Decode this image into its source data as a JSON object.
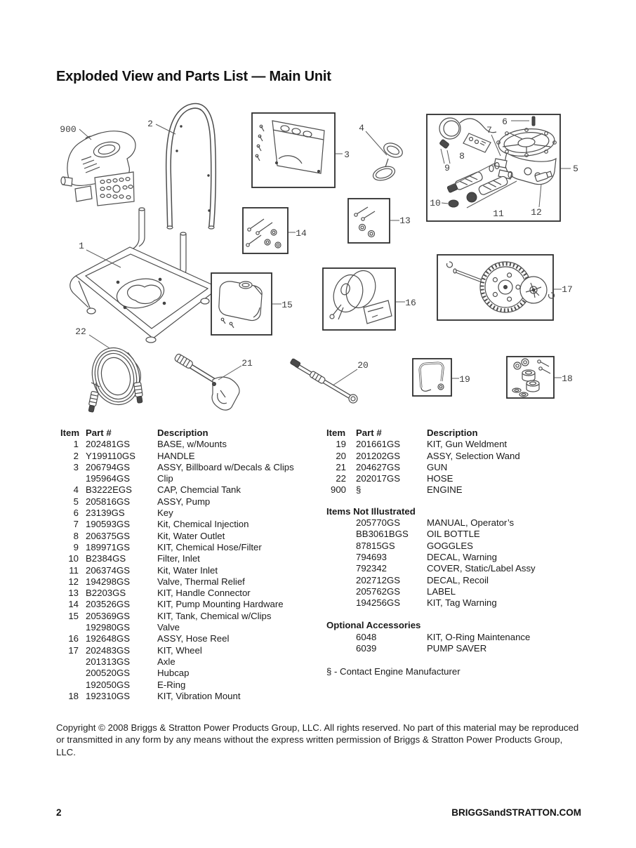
{
  "page_title": "Exploded View and Parts List — Main Unit",
  "diagram": {
    "callouts": {
      "engine": "900",
      "base": "1",
      "handle": "2",
      "billboard": "3",
      "cap": "4",
      "pump": "5",
      "key": "6",
      "chem_injection": "7",
      "water_outlet": "8",
      "chem_hose": "9",
      "filter_inlet": "10",
      "water_inlet": "11",
      "thermal_relief": "12",
      "handle_connector": "13",
      "pump_hardware": "14",
      "chem_tank": "15",
      "hose_reel": "16",
      "wheel": "17",
      "vibration_mount": "18",
      "gun_weldment": "19",
      "wand": "20",
      "gun": "21",
      "hose": "22"
    }
  },
  "tables": {
    "headers": {
      "item": "Item",
      "part": "Part #",
      "description": "Description"
    },
    "left_rows": [
      {
        "item": "1",
        "part": "202481GS",
        "desc": "BASE, w/Mounts"
      },
      {
        "item": "2",
        "part": "Y199110GS",
        "desc": "HANDLE"
      },
      {
        "item": "3",
        "part": "206794GS",
        "desc": "ASSY, Billboard w/Decals & Clips"
      },
      {
        "item": "",
        "part": "195964GS",
        "desc": "Clip"
      },
      {
        "item": "4",
        "part": "B3222EGS",
        "desc": "CAP, Chemcial Tank"
      },
      {
        "item": "5",
        "part": "205816GS",
        "desc": "ASSY, Pump"
      },
      {
        "item": "6",
        "part": "23139GS",
        "desc": "Key"
      },
      {
        "item": "7",
        "part": "190593GS",
        "desc": "Kit, Chemical Injection"
      },
      {
        "item": "8",
        "part": "206375GS",
        "desc": "Kit, Water Outlet"
      },
      {
        "item": "9",
        "part": "189971GS",
        "desc": "KIT, Chemical Hose/Filter"
      },
      {
        "item": "10",
        "part": "B2384GS",
        "desc": "Filter, Inlet"
      },
      {
        "item": "11",
        "part": "206374GS",
        "desc": "Kit, Water Inlet"
      },
      {
        "item": "12",
        "part": "194298GS",
        "desc": "Valve, Thermal Relief"
      },
      {
        "item": "13",
        "part": "B2203GS",
        "desc": "KIT, Handle Connector"
      },
      {
        "item": "14",
        "part": "203526GS",
        "desc": "KIT, Pump Mounting Hardware"
      },
      {
        "item": "15",
        "part": "205369GS",
        "desc": "KIT, Tank, Chemical w/Clips"
      },
      {
        "item": "",
        "part": "192980GS",
        "desc": "Valve"
      },
      {
        "item": "16",
        "part": "192648GS",
        "desc": "ASSY, Hose Reel"
      },
      {
        "item": "17",
        "part": "202483GS",
        "desc": "KIT, Wheel"
      },
      {
        "item": "",
        "part": "201313GS",
        "desc": "Axle"
      },
      {
        "item": "",
        "part": "200520GS",
        "desc": "Hubcap"
      },
      {
        "item": "",
        "part": "192050GS",
        "desc": "E-Ring"
      },
      {
        "item": "18",
        "part": "192310GS",
        "desc": "KIT, Vibration Mount"
      }
    ],
    "right_rows": [
      {
        "item": "19",
        "part": "201661GS",
        "desc": "KIT, Gun Weldment"
      },
      {
        "item": "20",
        "part": "201202GS",
        "desc": "ASSY, Selection Wand"
      },
      {
        "item": "21",
        "part": "204627GS",
        "desc": "GUN"
      },
      {
        "item": "22",
        "part": "202017GS",
        "desc": "HOSE"
      },
      {
        "item": "900",
        "part": "§",
        "desc": "ENGINE"
      }
    ],
    "not_illustrated": {
      "title": "Items Not Illustrated",
      "rows": [
        {
          "item": "",
          "part": "205770GS",
          "desc": "MANUAL, Operator’s"
        },
        {
          "item": "",
          "part": "BB3061BGS",
          "desc": "OIL BOTTLE"
        },
        {
          "item": "",
          "part": "87815GS",
          "desc": "GOGGLES"
        },
        {
          "item": "",
          "part": "794693",
          "desc": "DECAL, Warning"
        },
        {
          "item": "",
          "part": "792342",
          "desc": "COVER, Static/Label Assy"
        },
        {
          "item": "",
          "part": "202712GS",
          "desc": "DECAL, Recoil"
        },
        {
          "item": "",
          "part": "205762GS",
          "desc": "LABEL"
        },
        {
          "item": "",
          "part": "194256GS",
          "desc": "KIT, Tag Warning"
        }
      ]
    },
    "optional": {
      "title": "Optional Accessories",
      "rows": [
        {
          "item": "",
          "part": "6048",
          "desc": "KIT, O-Ring Maintenance"
        },
        {
          "item": "",
          "part": "6039",
          "desc": "PUMP SAVER"
        }
      ]
    },
    "footnote": "§ - Contact Engine Manufacturer"
  },
  "copyright": "Copyright © 2008 Briggs & Stratton Power Products Group, LLC.  All rights reserved.  No part of this material may be reproduced or transmitted in any form by any means without the express written permission of Briggs & Stratton Power Products Group, LLC.",
  "footer": {
    "page_number": "2",
    "website": "BRIGGSandSTRATTON.COM"
  }
}
